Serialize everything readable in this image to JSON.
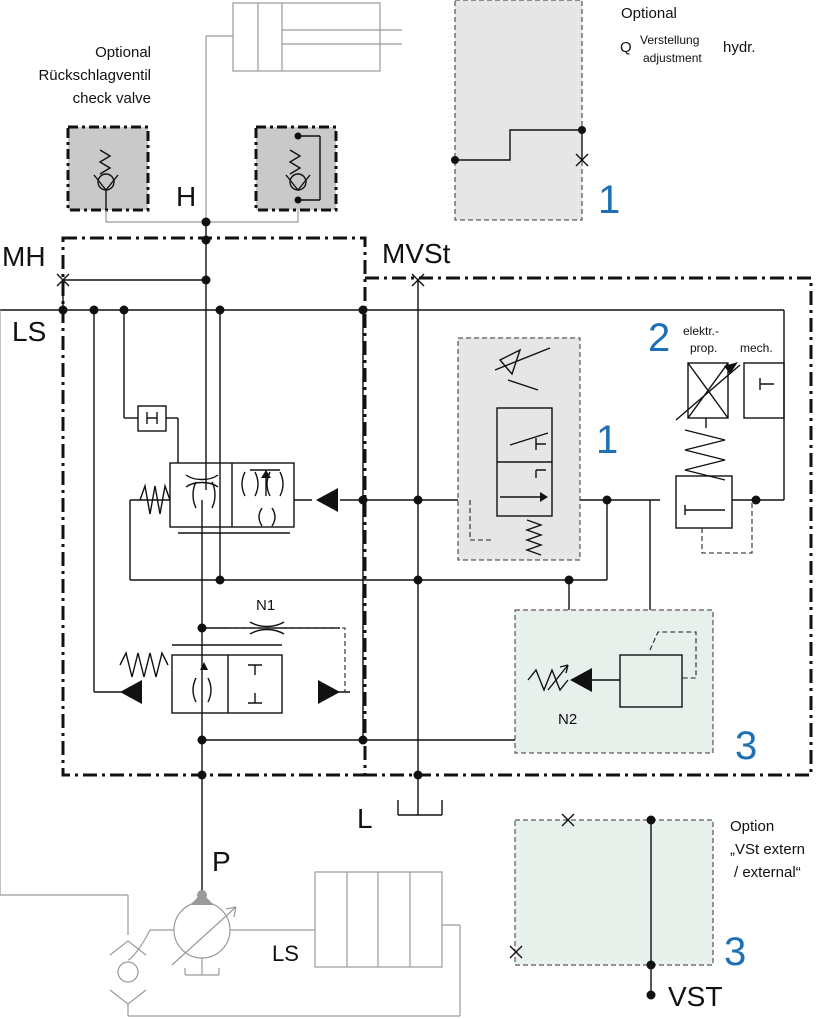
{
  "labels": {
    "optional_top": "Optional",
    "q": "Q",
    "verstellung": "Verstellung",
    "adjustment": "adjustment",
    "hydr": "hydr.",
    "optional_left": "Optional",
    "rueckschlag": "Rückschlagventil",
    "check_valve": "check valve",
    "H": "H",
    "MH": "MH",
    "MVSt": "MVSt",
    "LS_left": "LS",
    "elektr": "elektr.-",
    "prop": "prop.",
    "mech": "mech.",
    "N1": "N1",
    "N2": "N2",
    "L": "L",
    "P": "P",
    "LS_bottom": "LS",
    "option": "Option",
    "vst_extern": "„VSt extern",
    "external": "/ external“",
    "VST": "VST"
  },
  "numbers": {
    "one_top": "1",
    "two": "2",
    "one_mid": "1",
    "three_mid": "3",
    "three_bottom": "3"
  },
  "colors": {
    "line": "#111111",
    "thin_line": "#9a9a9a",
    "gray_fill": "#e6e6e6",
    "dark_gray_fill": "#c9c9c9",
    "green_fill": "#e8f0ec",
    "blue_number": "#1f6fb5"
  }
}
